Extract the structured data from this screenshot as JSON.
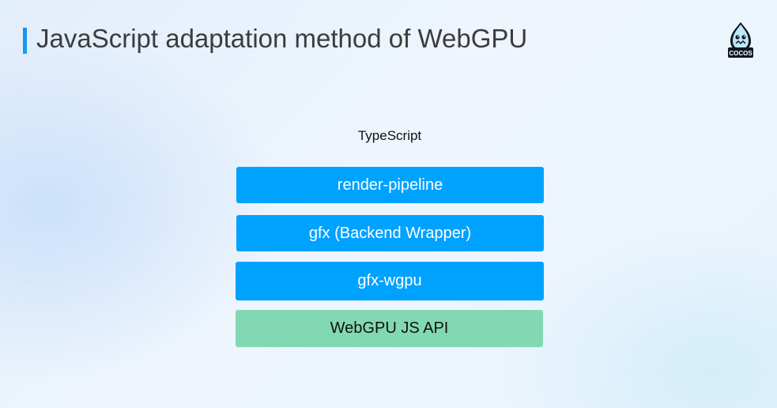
{
  "slide": {
    "title": "JavaScript adaptation method of WebGPU"
  },
  "logo": {
    "text": "COCOS",
    "icon": "cocos-logo-icon"
  },
  "diagram": {
    "caption": "TypeScript",
    "layers": [
      {
        "label": "render-pipeline",
        "color": "#00a2ff"
      },
      {
        "label": "gfx (Backend Wrapper)",
        "color": "#00a2ff"
      },
      {
        "label": "gfx-wgpu",
        "color": "#00a2ff"
      },
      {
        "label": "WebGPU JS API",
        "color": "#82d8b3"
      }
    ]
  }
}
